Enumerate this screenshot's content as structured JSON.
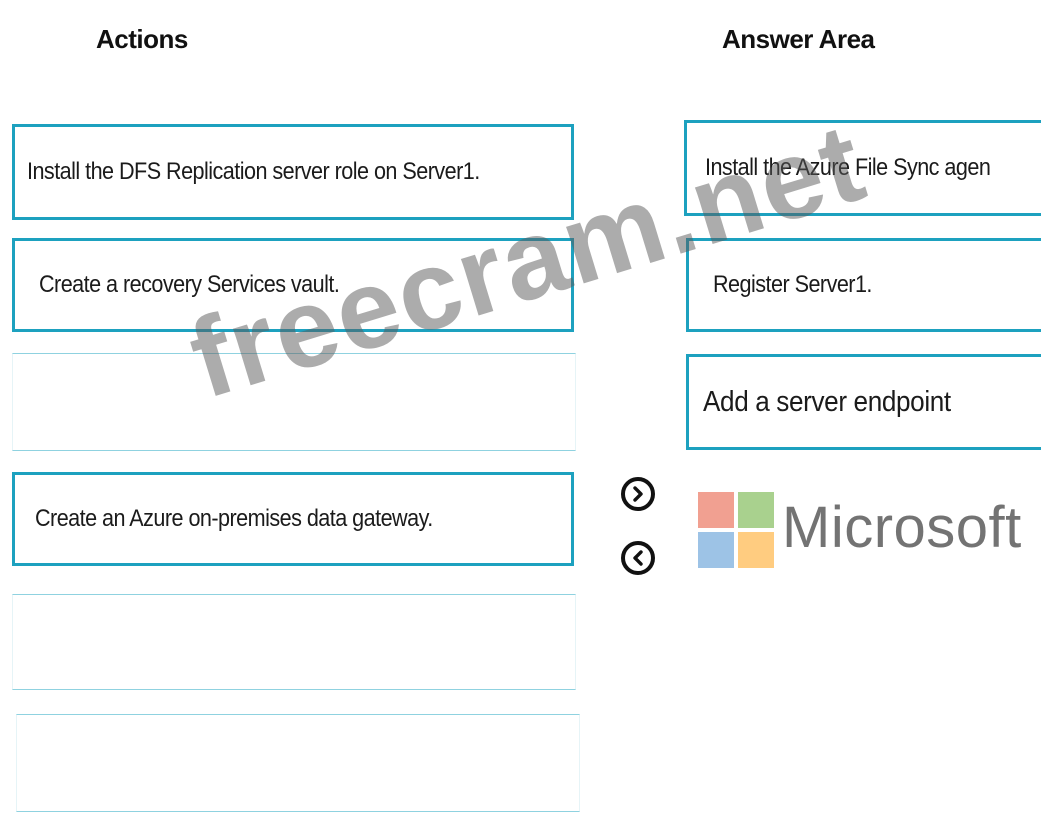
{
  "headings": {
    "actions": "Actions",
    "answer_area": "Answer Area"
  },
  "actions": [
    {
      "text": "Install the DFS Replication server role on Server1."
    },
    {
      "text": "Create a recovery Services vault."
    },
    {
      "text": ""
    },
    {
      "text": "Create an Azure on-premises data gateway."
    },
    {
      "text": ""
    },
    {
      "text": ""
    }
  ],
  "answer_area": [
    {
      "text": "Install the Azure File Sync agen"
    },
    {
      "text": "Register Server1."
    },
    {
      "text": "Add a server endpoint"
    }
  ],
  "controls": {
    "move_right_icon": "chevron-right-circle-icon",
    "move_left_icon": "chevron-left-circle-icon"
  },
  "branding": {
    "microsoft_wordmark": "Microsoft",
    "logo_colors": [
      "#f1a091",
      "#a9d18e",
      "#9dc3e6",
      "#ffcc80"
    ]
  },
  "watermark": "freecram.net",
  "colors": {
    "slot_border": "#1da1bf",
    "empty_slot_border": "#8fd2e0"
  }
}
